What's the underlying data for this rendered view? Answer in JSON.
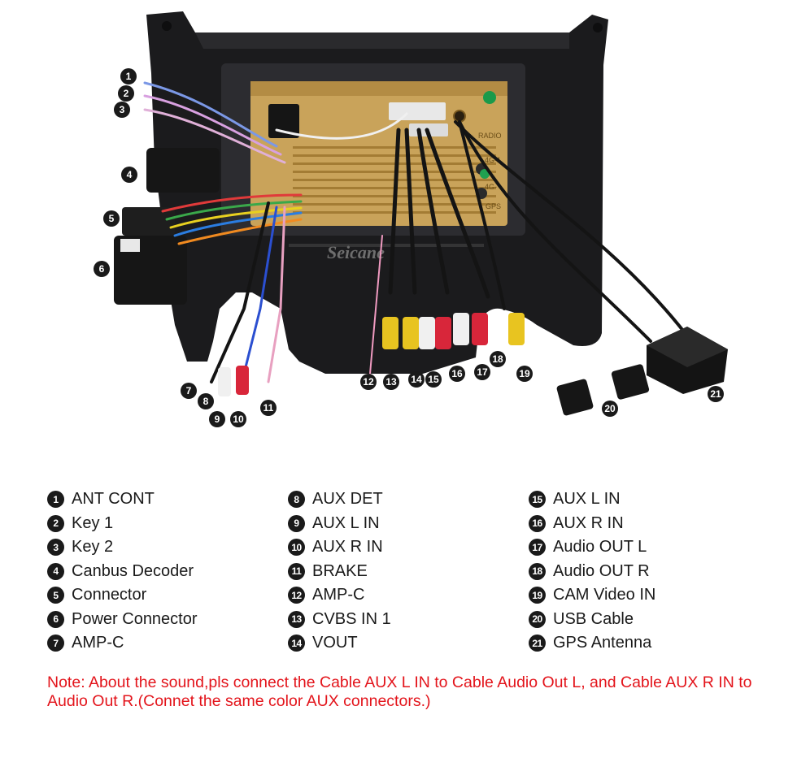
{
  "brand": "Seicane",
  "port_labels": {
    "radio": "RADIO",
    "g4_1": "4G-1",
    "g4_2": "4G-",
    "gps": "GPS"
  },
  "colors": {
    "note": "#e3141b",
    "unit_gold": "#c9a35a",
    "frame": "#1b1b1d"
  },
  "legend": {
    "col1": [
      {
        "n": "1",
        "label": "ANT CONT"
      },
      {
        "n": "2",
        "label": "Key 1"
      },
      {
        "n": "3",
        "label": "Key 2"
      },
      {
        "n": "4",
        "label": "Canbus Decoder"
      },
      {
        "n": "5",
        "label": "Connector"
      },
      {
        "n": "6",
        "label": "Power Connector"
      },
      {
        "n": "7",
        "label": "AMP-C"
      }
    ],
    "col2": [
      {
        "n": "8",
        "label": "AUX DET"
      },
      {
        "n": "9",
        "label": "AUX L IN"
      },
      {
        "n": "10",
        "label": "AUX R IN"
      },
      {
        "n": "11",
        "label": "BRAKE"
      },
      {
        "n": "12",
        "label": "AMP-C"
      },
      {
        "n": "13",
        "label": "CVBS IN 1"
      },
      {
        "n": "14",
        "label": "VOUT"
      }
    ],
    "col3": [
      {
        "n": "15",
        "label": "AUX L IN"
      },
      {
        "n": "16",
        "label": "AUX R IN"
      },
      {
        "n": "17",
        "label": "Audio OUT L"
      },
      {
        "n": "18",
        "label": "Audio OUT R"
      },
      {
        "n": "19",
        "label": "CAM Video IN"
      },
      {
        "n": "20",
        "label": "USB Cable"
      },
      {
        "n": "21",
        "label": "GPS Antenna"
      }
    ]
  },
  "callouts": [
    "1",
    "2",
    "3",
    "4",
    "5",
    "6",
    "7",
    "8",
    "9",
    "10",
    "11",
    "12",
    "13",
    "14",
    "15",
    "16",
    "17",
    "18",
    "19",
    "20",
    "21"
  ],
  "note": "Note: About the sound,pls connect the Cable AUX L IN to Cable Audio Out L, and Cable AUX R IN to  Audio Out R.(Connet the same color AUX connectors.)"
}
